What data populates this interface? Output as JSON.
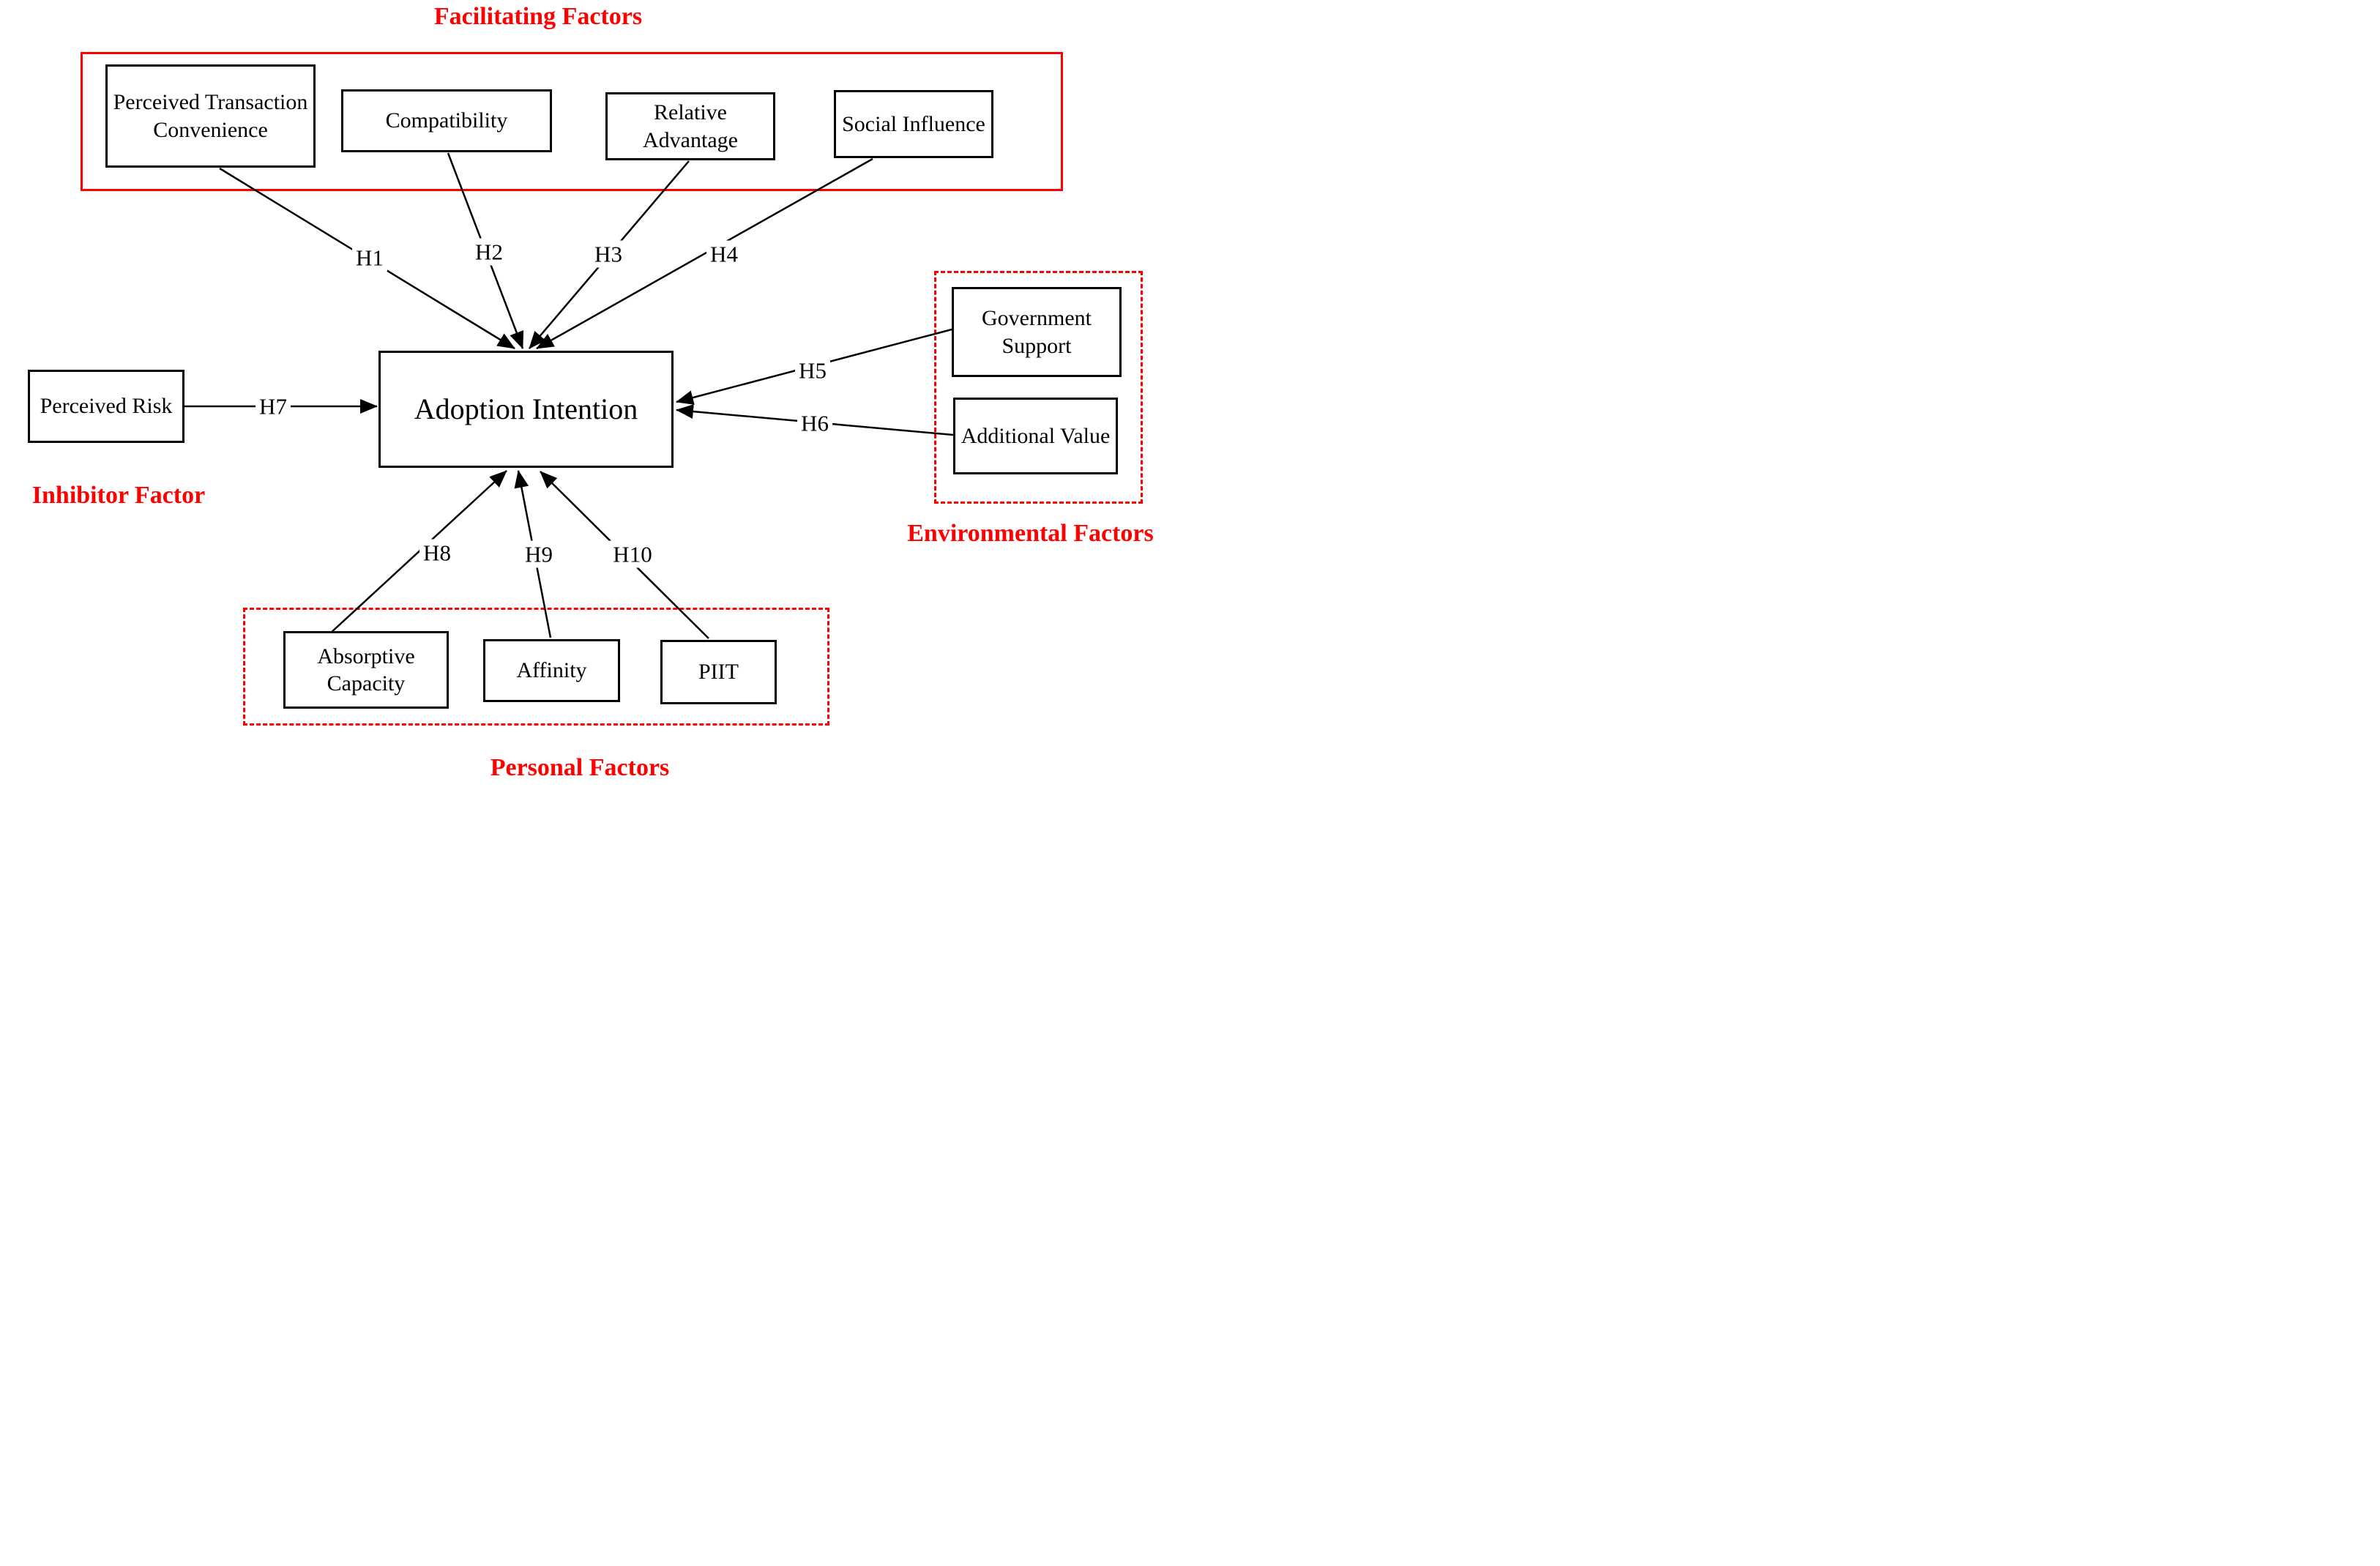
{
  "diagram": {
    "center_box": "Adoption Intention",
    "facilitating": {
      "title": "Facilitating Factors",
      "boxes": [
        "Perceived Transaction Convenience",
        "Compatibility",
        "Relative Advantage",
        "Social Influence"
      ]
    },
    "inhibitor": {
      "title": "Inhibitor Factor",
      "box": "Perceived Risk"
    },
    "environmental": {
      "title": "Environmental Factors",
      "boxes": [
        "Government Support",
        "Additional Value"
      ]
    },
    "personal": {
      "title": "Personal Factors",
      "boxes": [
        "Absorptive Capacity",
        "Affinity",
        "PIIT"
      ]
    },
    "hypotheses": [
      "H1",
      "H2",
      "H3",
      "H4",
      "H5",
      "H6",
      "H7",
      "H8",
      "H9",
      "H10"
    ]
  },
  "colors": {
    "accent_red": "#ff0000",
    "line_black": "#000000",
    "background": "#ffffff",
    "text_black": "#000000"
  }
}
